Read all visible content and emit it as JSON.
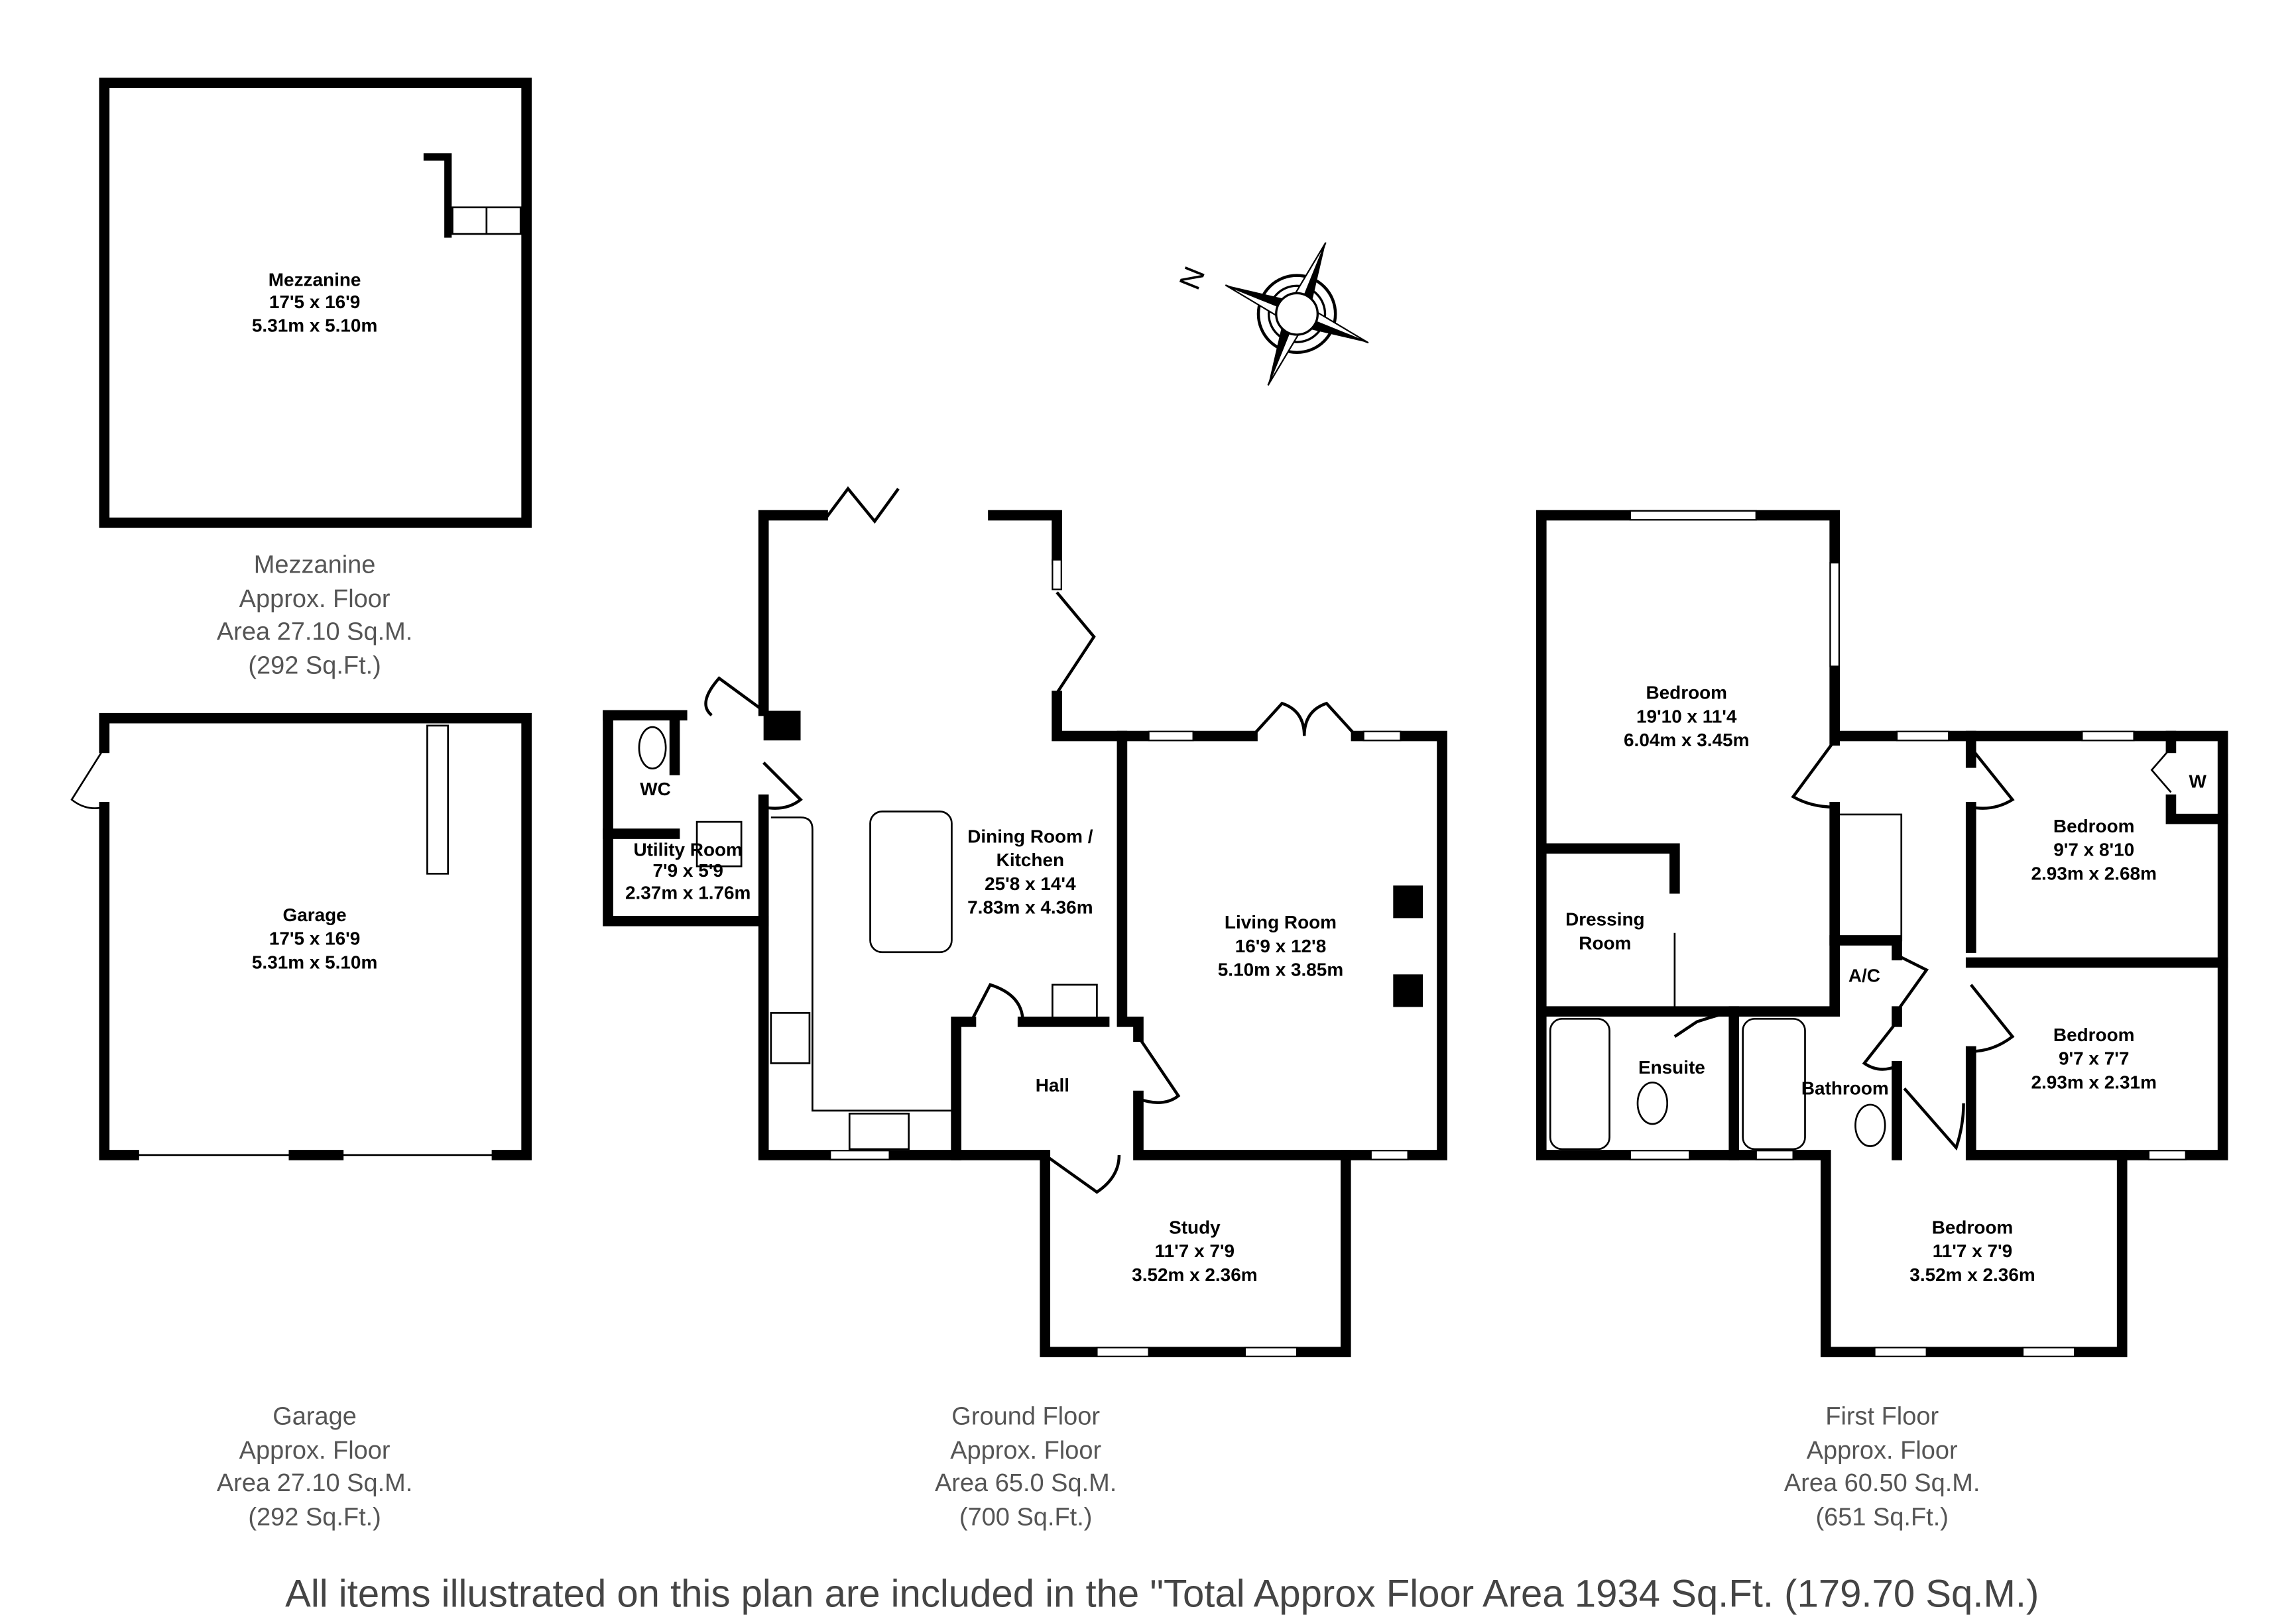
{
  "compass": {
    "label": "N"
  },
  "mezzanine": {
    "room": {
      "name": "Mezzanine",
      "imperial": "17'5 x 16'9",
      "metric": "5.31m x 5.10m"
    },
    "summary": [
      "Mezzanine",
      "Approx. Floor",
      "Area 27.10 Sq.M.",
      "(292 Sq.Ft.)"
    ]
  },
  "garage": {
    "room": {
      "name": "Garage",
      "imperial": "17'5 x 16'9",
      "metric": "5.31m x 5.10m"
    },
    "summary": [
      "Garage",
      "Approx. Floor",
      "Area 27.10 Sq.M.",
      "(292 Sq.Ft.)"
    ]
  },
  "ground_floor": {
    "rooms": [
      {
        "name": "WC"
      },
      {
        "name": "Utility Room",
        "imperial": "7'9 x 5'9",
        "metric": "2.37m x 1.76m"
      },
      {
        "name": "Dining Room /",
        "name2": "Kitchen",
        "imperial": "25'8 x 14'4",
        "metric": "7.83m x 4.36m"
      },
      {
        "name": "Living Room",
        "imperial": "16'9 x 12'8",
        "metric": "5.10m x 3.85m"
      },
      {
        "name": "Hall"
      },
      {
        "name": "Study",
        "imperial": "11'7 x 7'9",
        "metric": "3.52m x 2.36m"
      }
    ],
    "summary": [
      "Ground Floor",
      "Approx. Floor",
      "Area 65.0 Sq.M.",
      "(700 Sq.Ft.)"
    ]
  },
  "first_floor": {
    "rooms": [
      {
        "name": "Bedroom",
        "imperial": "19'10 x 11'4",
        "metric": "6.04m x 3.45m"
      },
      {
        "name": "Dressing",
        "name2": "Room"
      },
      {
        "name": "Ensuite"
      },
      {
        "name": "Bathroom"
      },
      {
        "name": "A/C"
      },
      {
        "name": "W"
      },
      {
        "name": "Bedroom",
        "imperial": "9'7 x 8'10",
        "metric": "2.93m x 2.68m"
      },
      {
        "name": "Bedroom",
        "imperial": "9'7 x 7'7",
        "metric": "2.93m x 2.31m"
      },
      {
        "name": "Bedroom",
        "imperial": "11'7 x 7'9",
        "metric": "3.52m x 2.36m"
      }
    ],
    "summary": [
      "First Floor",
      "Approx. Floor",
      "Area 60.50 Sq.M.",
      "(651 Sq.Ft.)"
    ]
  },
  "footer": "All items illustrated on this plan are included in the \"Total Approx Floor Area 1934 Sq.Ft. (179.70 Sq.M.)"
}
